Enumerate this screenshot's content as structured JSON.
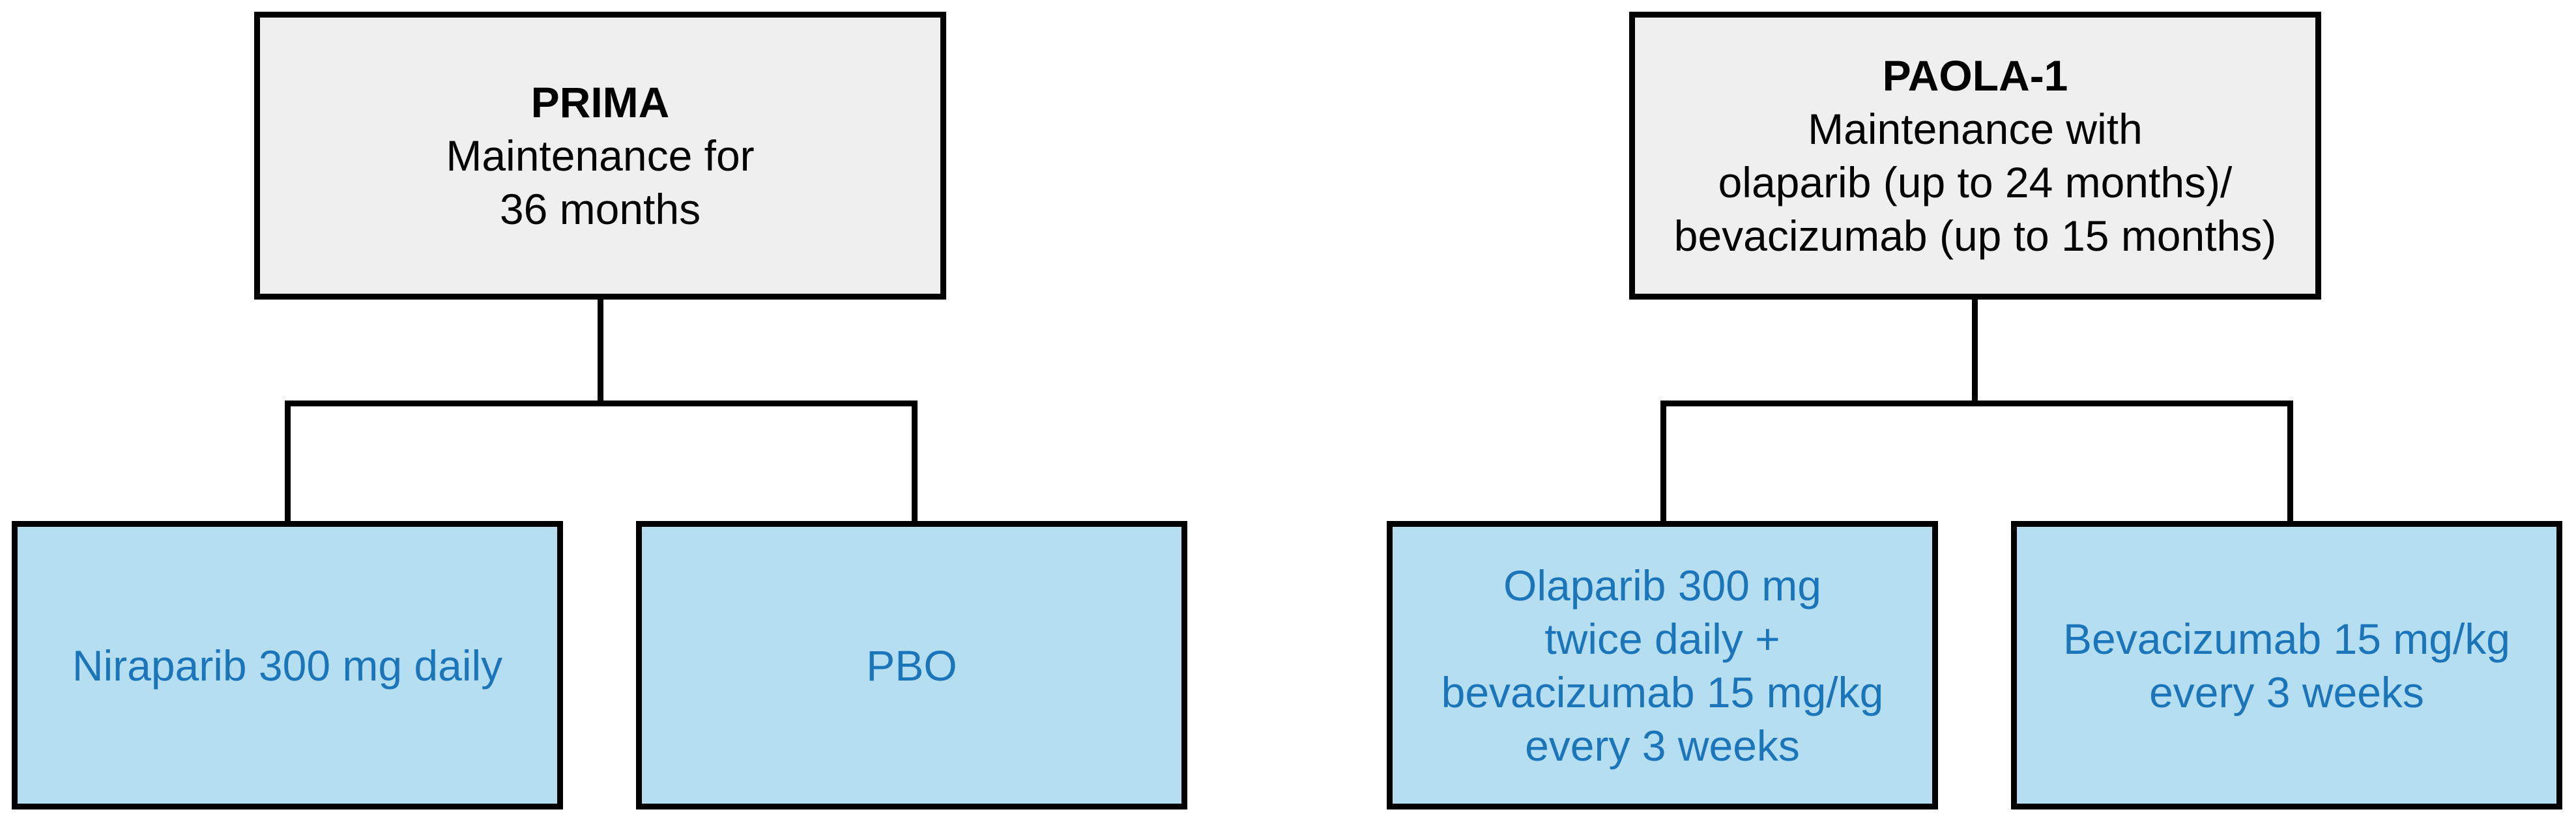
{
  "colors": {
    "trial_fill": "#efefef",
    "arm_fill": "#b5dff0",
    "arm_text": "#1b75bb",
    "border": "#000000"
  },
  "trials": [
    {
      "name": "PRIMA",
      "description": [
        "Maintenance for",
        "36 months"
      ],
      "arms": [
        {
          "lines": [
            "Niraparib 300 mg daily"
          ]
        },
        {
          "lines": [
            "PBO"
          ]
        }
      ]
    },
    {
      "name": "PAOLA-1",
      "description": [
        "Maintenance with",
        "olaparib (up to 24 months)/",
        "bevacizumab (up to 15 months)"
      ],
      "arms": [
        {
          "lines": [
            "Olaparib 300 mg",
            "twice daily +",
            "bevacizumab 15 mg/kg",
            "every 3 weeks"
          ]
        },
        {
          "lines": [
            "Bevacizumab 15 mg/kg",
            "every 3 weeks"
          ]
        }
      ]
    }
  ]
}
